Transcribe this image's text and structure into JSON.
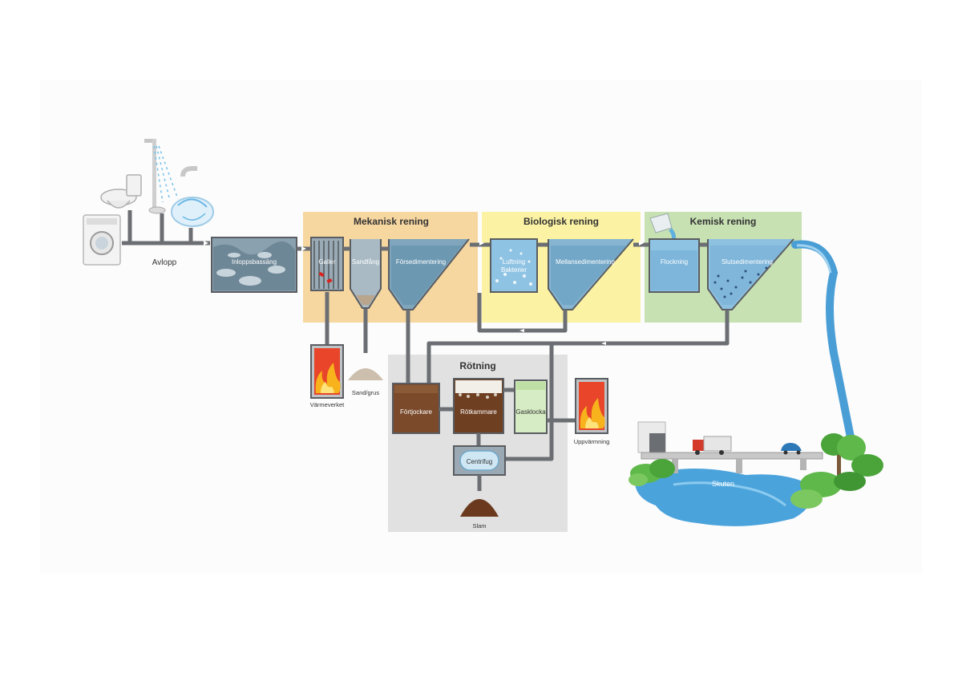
{
  "colors": {
    "mekanisk": "#f7d7a0",
    "biologisk": "#fbf2a3",
    "kemisk": "#c7e1b3",
    "rotning": "#e1e1e1",
    "water": "#4a9ed6",
    "pipe": "#6b6e72",
    "sludge": "#7a4a2a",
    "fire": "#f26a1b"
  },
  "zones": {
    "mekanisk": "Mekanisk rening",
    "biologisk": "Biologisk rening",
    "kemisk": "Kemisk rening",
    "rotning": "Rötning"
  },
  "labels": {
    "avlopp": "Avlopp",
    "inloppsbassang": "Inloppsbassäng",
    "galler": "Galler",
    "sandfang": "Sandfång",
    "forsedimentering": "Försedimentering",
    "luftning": "Luftning",
    "bakterier": "Bakterier",
    "mellansedimentering": "Mellansedimentering",
    "flockning": "Flockning",
    "slutsedimentering": "Slutsedimentering",
    "varmeverket": "Värmeverket",
    "sand_grus": "Sand/grus",
    "fortjockare": "Förtjockare",
    "rotkammare": "Rötkammare",
    "gasklocka": "Gasklocka",
    "uppvarmning": "Uppvärmning",
    "centrifug": "Centrifug",
    "slam": "Slam",
    "skuten": "Skuten"
  },
  "icons": [
    "washing-machine-icon",
    "toilet-icon",
    "shower-icon",
    "sink-icon",
    "fire-icon",
    "truck-icon",
    "car-icon",
    "tree-icon",
    "bucket-icon"
  ]
}
